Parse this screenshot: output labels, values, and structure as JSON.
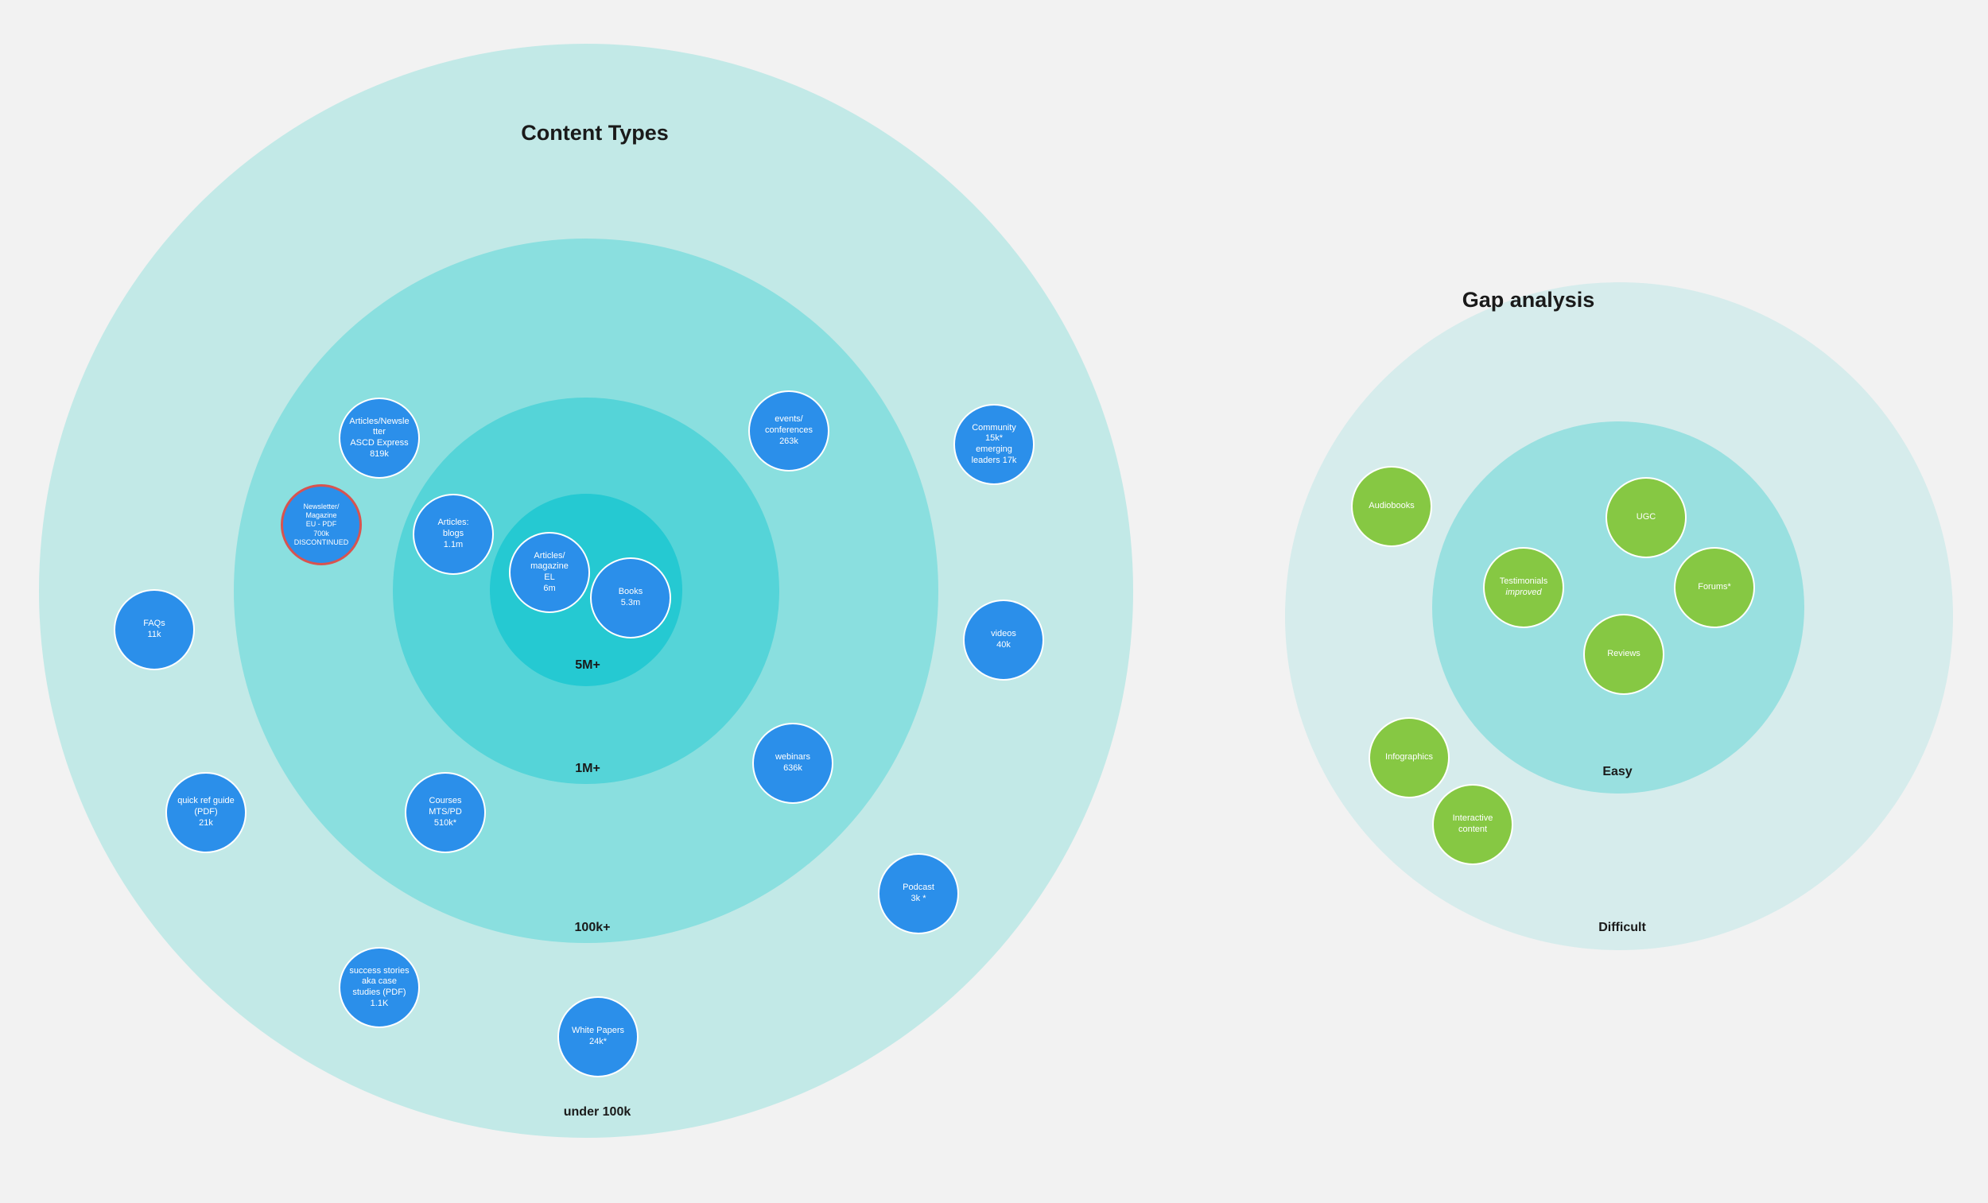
{
  "content_types": {
    "title": "Content Types",
    "tiers": {
      "t1": "5M+",
      "t2": "1M+",
      "t3": "100k+",
      "t4": "under 100k"
    },
    "bubbles": {
      "articles_magazine_el": "Articles/\nmagazine\nEL\n6m",
      "books": "Books\n5.3m",
      "articles_blogs": "Articles:\nblogs\n1.1m",
      "articles_newsletter": "Articles/Newsle\ntter\nASCD Express\n819k",
      "newsletter_magazine_eu": "Newsletter/\nMagazine\nEU - PDF\n700k\nDISCONTINUED",
      "events_conferences": "events/\nconferences\n263k",
      "webinars": "webinars\n636k",
      "courses": "Courses\nMTS/PD\n510k*",
      "community": "Community\n15k*\nemerging\nleaders 17k",
      "videos": "videos\n40k",
      "faqs": "FAQs\n11k",
      "quick_ref": "quick ref guide\n(PDF)\n21k",
      "podcast": "Podcast\n3k *",
      "success_stories": "success stories\naka case\nstudies (PDF)\n1.1K",
      "white_papers": "White Papers\n24k*"
    }
  },
  "gap_analysis": {
    "title": "Gap analysis",
    "tiers": {
      "easy": "Easy",
      "difficult": "Difficult"
    },
    "bubbles": {
      "ugc": "UGC",
      "testimonials": "Testimonials",
      "testimonials_note": "improved",
      "forums": "Forums*",
      "reviews": "Reviews",
      "audiobooks": "Audiobooks",
      "infographics": "Infographics",
      "interactive_content": "Interactive\ncontent"
    }
  },
  "colors": {
    "background": "#f2f2f2",
    "ring_outer": "#c2e9e7",
    "ring_mid": "#8adfdf",
    "ring_inner": "#55d4d8",
    "ring_core": "#25c9d2",
    "gap_outer": "#d6ecec",
    "gap_inner": "#99e0e0",
    "bubble_blue": "#2b8fea",
    "bubble_green": "#86c843",
    "discontinued_border": "#d9534f"
  }
}
